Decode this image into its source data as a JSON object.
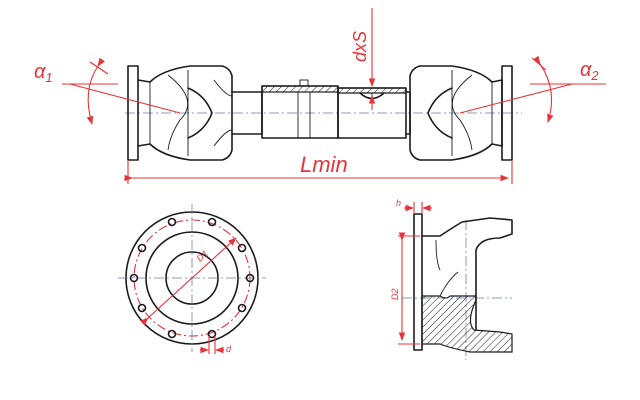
{
  "labels": {
    "alpha1_base": "α",
    "alpha1_sub": "1",
    "alpha2_base": "α",
    "alpha2_sub": "2",
    "tube_dim": "dxS",
    "length": "Lmin",
    "bolt_circle": "D1",
    "bolt_hole": "d",
    "flange_thickness": "h",
    "spigot_diameter": "D2"
  },
  "colors": {
    "dimension": "#e8333a",
    "outline": "#1c1c1c",
    "centerline": "#6b7fb0"
  }
}
